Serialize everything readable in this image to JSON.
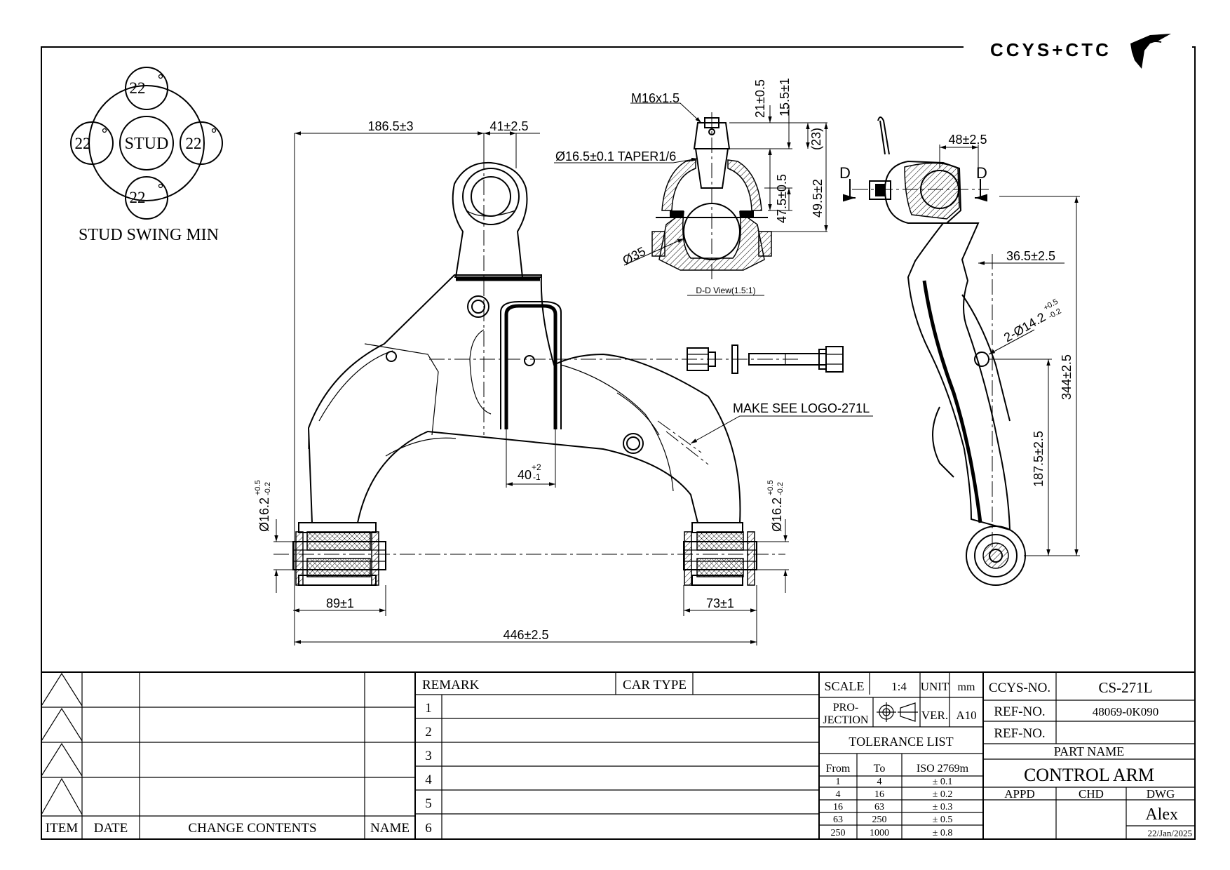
{
  "logo": {
    "text": "CCYS+CTC"
  },
  "stud_swing": {
    "center_label": "STUD",
    "values": [
      "22",
      "22",
      "22",
      "22"
    ],
    "caption": "STUD SWING MIN"
  },
  "dimensions": {
    "d1": "186.5±3",
    "d2": "41±2.5",
    "d3": "40",
    "d3_tol_upper": "+2",
    "d3_tol_lower": "-1",
    "d4_prefix": "Ø16.2",
    "d4_tol_upper": "+0.5",
    "d4_tol_lower": "-0.2",
    "d5": "89±1",
    "d6": "446±2.5",
    "d7": "73±1",
    "d8_prefix": "Ø16.2",
    "d8_tol_upper": "+0.5",
    "d8_tol_lower": "-0.2",
    "thread": "M16x1.5",
    "taper": "Ø16.5±0.1 TAPER1/6",
    "ball": "Ø35",
    "h1": "21±0.5",
    "h2": "15.5±1",
    "h3": "(23)",
    "h4": "47.5±0.5",
    "h5": "49.5±2",
    "side1": "48±2.5",
    "side2": "36.5±2.5",
    "side3_prefix": "2-Ø14.2",
    "side3_tol_upper": "+0.5",
    "side3_tol_lower": "-0.2",
    "side4": "344±2.5",
    "side5": "187.5±2.5",
    "section_mark": "D"
  },
  "notes": {
    "section_view": "D-D View(1.5:1)",
    "logo_note": "MAKE SEE LOGO-271L"
  },
  "revision_block": {
    "headers": [
      "ITEM",
      "DATE",
      "CHANGE CONTENTS",
      "NAME"
    ]
  },
  "remark_block": {
    "remark_label": "REMARK",
    "car_type_label": "CAR TYPE",
    "rows": [
      "1",
      "2",
      "3",
      "4",
      "5",
      "6"
    ]
  },
  "info_block": {
    "scale_label": "SCALE",
    "scale_value": "1:4",
    "unit_label": "UNIT",
    "unit_value": "mm",
    "projection_label_1": "PRO-",
    "projection_label_2": "JECTION",
    "ver_label": "VER.",
    "ver_value": "A10",
    "tolerance_title": "TOLERANCE LIST",
    "tol_headers": [
      "From",
      "To",
      "ISO 2769m"
    ],
    "tol_rows": [
      [
        "1",
        "4",
        "± 0.1"
      ],
      [
        "4",
        "16",
        "± 0.2"
      ],
      [
        "16",
        "63",
        "± 0.3"
      ],
      [
        "63",
        "250",
        "± 0.5"
      ],
      [
        "250",
        "1000",
        "± 0.8"
      ]
    ]
  },
  "title_block": {
    "ccys_no_label": "CCYS-NO.",
    "ccys_no_value": "CS-271L",
    "ref_no_label": "REF-NO.",
    "ref_no_value": "48069-0K090",
    "ref_no_label_2": "REF-NO.",
    "part_name_label": "PART NAME",
    "part_name_value": "CONTROL ARM",
    "appd_label": "APPD",
    "chd_label": "CHD",
    "dwg_label": "DWG",
    "dwg_value": "Alex",
    "date_value": "22/Jan/2025"
  }
}
